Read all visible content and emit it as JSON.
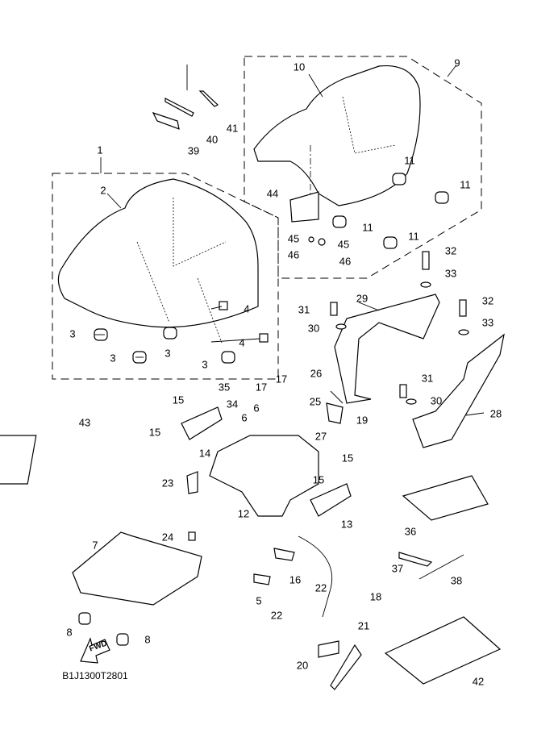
{
  "diagram": {
    "title_code": "B1J1300T2801",
    "direction_arrow": "FWD",
    "callouts": [
      {
        "id": "1",
        "label": "1"
      },
      {
        "id": "2",
        "label": "2"
      },
      {
        "id": "3a",
        "label": "3"
      },
      {
        "id": "3b",
        "label": "3"
      },
      {
        "id": "3c",
        "label": "3"
      },
      {
        "id": "3d",
        "label": "3"
      },
      {
        "id": "4a",
        "label": "4"
      },
      {
        "id": "4b",
        "label": "4"
      },
      {
        "id": "5",
        "label": "5"
      },
      {
        "id": "6a",
        "label": "6"
      },
      {
        "id": "6b",
        "label": "6"
      },
      {
        "id": "7",
        "label": "7"
      },
      {
        "id": "8a",
        "label": "8"
      },
      {
        "id": "8b",
        "label": "8"
      },
      {
        "id": "9",
        "label": "9"
      },
      {
        "id": "10",
        "label": "10"
      },
      {
        "id": "11a",
        "label": "11"
      },
      {
        "id": "11b",
        "label": "11"
      },
      {
        "id": "11c",
        "label": "11"
      },
      {
        "id": "11d",
        "label": "11"
      },
      {
        "id": "12",
        "label": "12"
      },
      {
        "id": "13",
        "label": "13"
      },
      {
        "id": "14",
        "label": "14"
      },
      {
        "id": "15a",
        "label": "15"
      },
      {
        "id": "15b",
        "label": "15"
      },
      {
        "id": "15c",
        "label": "15"
      },
      {
        "id": "15d",
        "label": "15"
      },
      {
        "id": "16",
        "label": "16"
      },
      {
        "id": "17a",
        "label": "17"
      },
      {
        "id": "17b",
        "label": "17"
      },
      {
        "id": "18",
        "label": "18"
      },
      {
        "id": "19",
        "label": "19"
      },
      {
        "id": "20",
        "label": "20"
      },
      {
        "id": "21",
        "label": "21"
      },
      {
        "id": "22a",
        "label": "22"
      },
      {
        "id": "22b",
        "label": "22"
      },
      {
        "id": "23",
        "label": "23"
      },
      {
        "id": "24",
        "label": "24"
      },
      {
        "id": "25",
        "label": "25"
      },
      {
        "id": "26",
        "label": "26"
      },
      {
        "id": "27",
        "label": "27"
      },
      {
        "id": "28",
        "label": "28"
      },
      {
        "id": "29",
        "label": "29"
      },
      {
        "id": "30a",
        "label": "30"
      },
      {
        "id": "30b",
        "label": "30"
      },
      {
        "id": "31a",
        "label": "31"
      },
      {
        "id": "31b",
        "label": "31"
      },
      {
        "id": "32a",
        "label": "32"
      },
      {
        "id": "32b",
        "label": "32"
      },
      {
        "id": "33a",
        "label": "33"
      },
      {
        "id": "33b",
        "label": "33"
      },
      {
        "id": "34",
        "label": "34"
      },
      {
        "id": "35",
        "label": "35"
      },
      {
        "id": "36",
        "label": "36"
      },
      {
        "id": "37",
        "label": "37"
      },
      {
        "id": "38",
        "label": "38"
      },
      {
        "id": "39",
        "label": "39"
      },
      {
        "id": "40",
        "label": "40"
      },
      {
        "id": "41",
        "label": "41"
      },
      {
        "id": "42",
        "label": "42"
      },
      {
        "id": "43",
        "label": "43"
      },
      {
        "id": "44",
        "label": "44"
      },
      {
        "id": "45a",
        "label": "45"
      },
      {
        "id": "45b",
        "label": "45"
      },
      {
        "id": "46a",
        "label": "46"
      },
      {
        "id": "46b",
        "label": "46"
      }
    ]
  }
}
